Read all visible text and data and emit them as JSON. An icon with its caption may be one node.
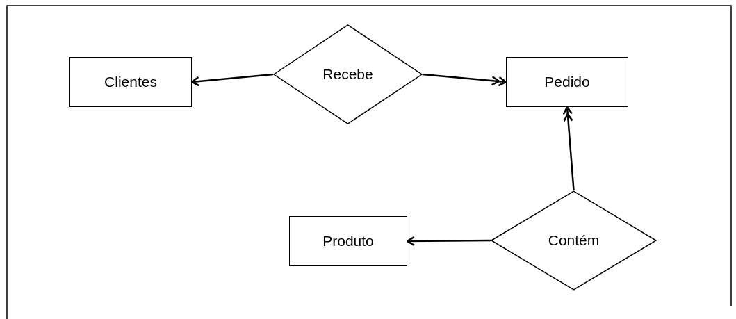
{
  "diagram": {
    "nodes": [
      {
        "text": [
          "Clientes"
        ]
      },
      {
        "text": [
          "Recebe"
        ]
      },
      {
        "text": [
          "Pedido"
        ]
      },
      {
        "text": [
          "Produto"
        ]
      },
      {
        "text": [
          "Contém"
        ]
      }
    ],
    "edges": [
      {
        "from": 1,
        "to": 0,
        "arrow": "to"
      },
      {
        "from": 1,
        "to": 2,
        "arrow": "to"
      },
      {
        "from": 4,
        "to": 2,
        "arrow": "to"
      },
      {
        "from": 4,
        "to": 3,
        "arrow": "to"
      }
    ]
  }
}
